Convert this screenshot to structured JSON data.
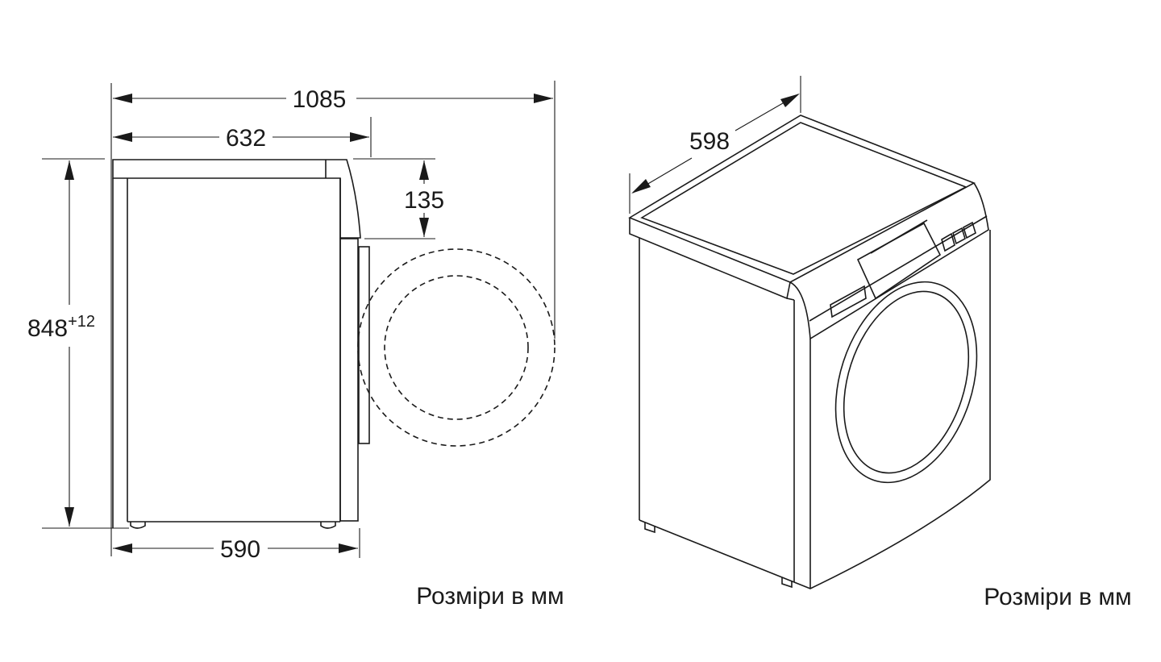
{
  "side_view": {
    "depth_total": "1085",
    "depth_body": "632",
    "depth_base": "590",
    "height_main": "848",
    "height_tolerance": "+12",
    "control_panel_height": "135"
  },
  "iso_view": {
    "width": "598"
  },
  "captions": {
    "left": "Розміри в мм",
    "right": "Розміри в мм"
  },
  "colors": {
    "line": "#1a1a1a",
    "background": "#ffffff"
  }
}
